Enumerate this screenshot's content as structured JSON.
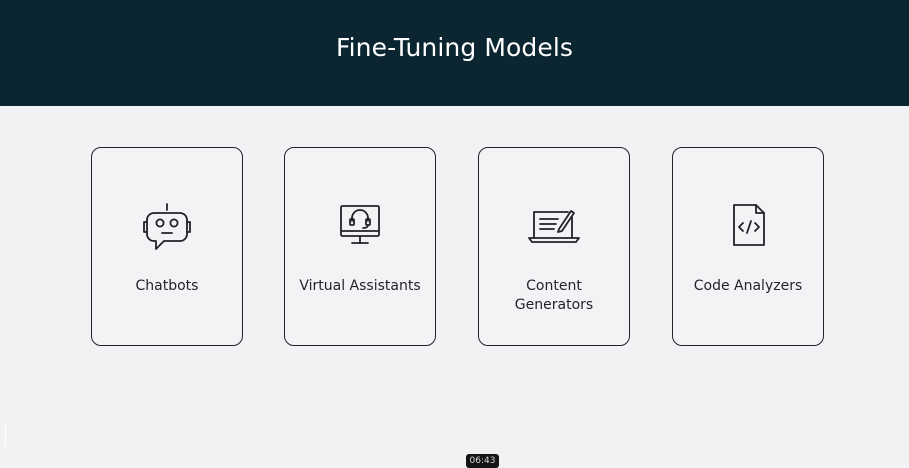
{
  "slide": {
    "title": "Fine-Tuning Models",
    "cards": [
      {
        "label": "Chatbots",
        "icon": "robot-icon"
      },
      {
        "label": "Virtual Assistants",
        "icon": "monitor-headset-icon"
      },
      {
        "label": "Content\nGenerators",
        "icon": "laptop-pen-icon"
      },
      {
        "label": "Code Analyzers",
        "icon": "code-file-icon"
      }
    ]
  },
  "video": {
    "timestamp": "06:43"
  },
  "colors": {
    "header_bg": "#0c2631",
    "page_bg": "#f2f1f4",
    "card_border": "#1b2530"
  }
}
